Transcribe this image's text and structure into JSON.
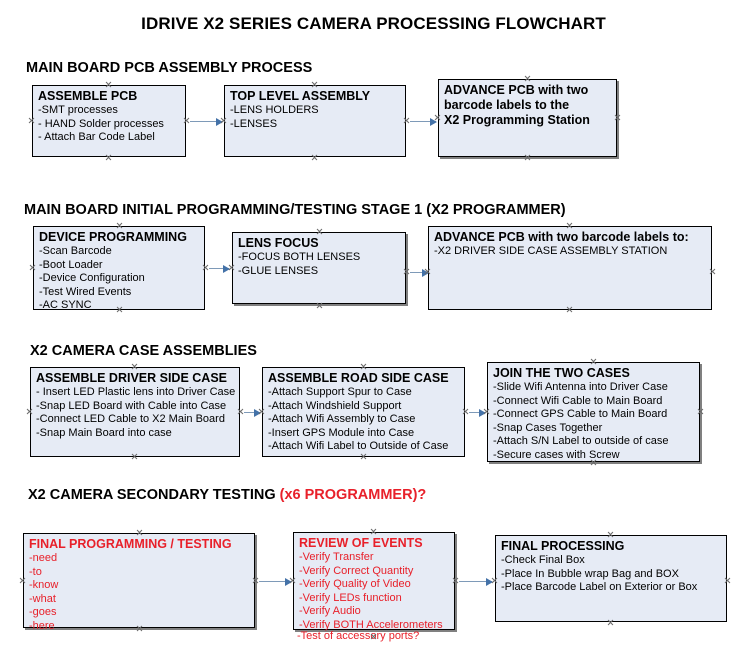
{
  "title": "IDRIVE X2  SERIES CAMERA PROCESSING FLOWCHART",
  "sections": [
    {
      "heading": "MAIN BOARD PCB ASSEMBLY PROCESS",
      "heading_accent": "",
      "nodes": [
        {
          "title": "ASSEMBLE PCB",
          "lines": [
            "-SMT processes",
            "- HAND Solder processes",
            "- Attach Bar Code Label"
          ]
        },
        {
          "title": "TOP LEVEL ASSEMBLY",
          "lines": [
            "-LENS HOLDERS",
            "-LENSES"
          ]
        },
        {
          "title": "ADVANCE PCB with two",
          "lines": [
            "barcode labels to the",
            " X2 Programming Station"
          ]
        }
      ]
    },
    {
      "heading": "MAIN BOARD INITIAL PROGRAMMING/TESTING STAGE 1 (X2 PROGRAMMER)",
      "heading_accent": "",
      "nodes": [
        {
          "title": "DEVICE PROGRAMMING",
          "lines": [
            "-Scan Barcode",
            "-Boot Loader",
            "-Device Configuration",
            "-Test Wired Events",
            "-AC SYNC"
          ]
        },
        {
          "title": "LENS FOCUS",
          "lines": [
            "-FOCUS BOTH LENSES",
            "-GLUE LENSES"
          ]
        },
        {
          "title": "ADVANCE PCB with two barcode labels to:",
          "lines": [
            "-X2 DRIVER  SIDE  CASE  ASSEMBLY STATION"
          ]
        }
      ]
    },
    {
      "heading": "X2 CAMERA CASE ASSEMBLIES",
      "heading_accent": "",
      "nodes": [
        {
          "title": "ASSEMBLE DRIVER SIDE CASE",
          "lines": [
            "- Insert LED Plastic lens into Driver Case",
            "-Snap LED Board with Cable into Case",
            "-Connect LED Cable to X2 Main Board",
            "-Snap Main Board into case"
          ]
        },
        {
          "title": "ASSEMBLE ROAD SIDE CASE",
          "lines": [
            "-Attach Support Spur to Case",
            "-Attach Windshield Support",
            "-Attach Wifi Assembly to Case",
            "-Insert GPS Module into Case",
            "-Attach Wifi Label to Outside of Case"
          ]
        },
        {
          "title": "JOIN THE TWO CASES",
          "lines": [
            "-Slide Wifi Antenna into Driver Case",
            "-Connect Wifi Cable to Main Board",
            "-Connect GPS Cable to Main Board",
            "-Snap Cases Together",
            "-Attach S/N Label to outside of case",
            "-Secure cases with Screw"
          ]
        }
      ]
    },
    {
      "heading": "X2 CAMERA SECONDARY TESTING ",
      "heading_accent": "(x6 PROGRAMMER)?",
      "nodes": [
        {
          "title": "FINAL PROGRAMMING / TESTING",
          "lines": [
            "-need",
            "-to",
            "-know",
            "-what",
            "-goes",
            "-here"
          ]
        },
        {
          "title": "REVIEW OF EVENTS",
          "lines": [
            "-Verify Transfer",
            "-Verify Correct Quantity",
            "-Verify Quality of Video",
            "-Verify LEDs function",
            "-Verify Audio",
            "-Verify BOTH Accelerometers"
          ],
          "overflow_line": "-Test of accessory ports?"
        },
        {
          "title": "FINAL PROCESSING",
          "lines": [
            " -Check Final Box",
            "-Place In Bubble wrap Bag and BOX",
            "-Place Barcode Label on Exterior or Box"
          ]
        }
      ]
    }
  ],
  "colors": {
    "node_fill": "#e6ebf5",
    "node_border": "#000000",
    "arrow": "#4472a8",
    "accent_red": "#e8202a",
    "text": "#000000"
  }
}
